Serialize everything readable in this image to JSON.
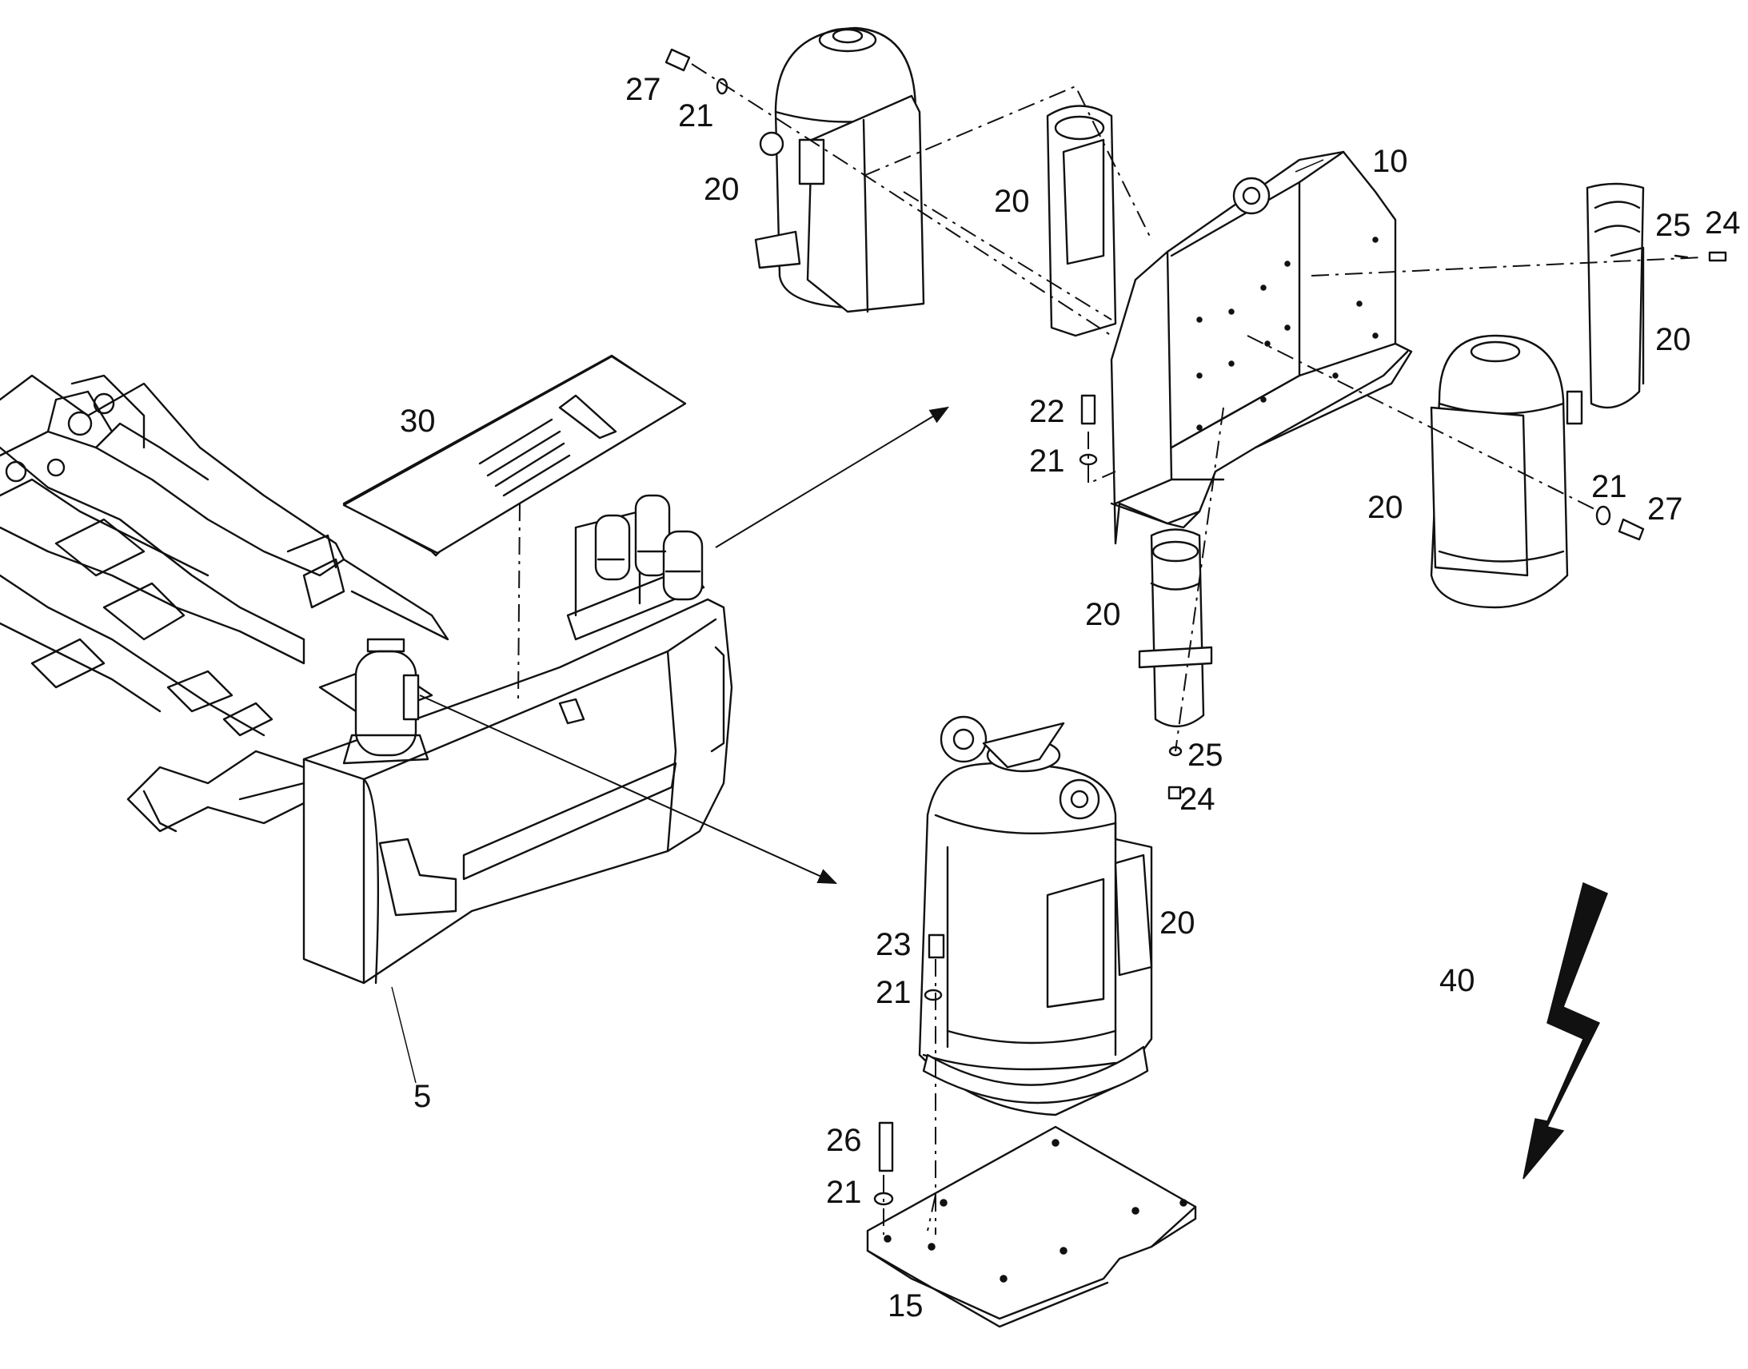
{
  "callouts": {
    "c27a": "27",
    "c21a": "21",
    "c20a": "20",
    "c20b": "20",
    "c10": "10",
    "c25a": "25",
    "c24a": "24",
    "c20c": "20",
    "c30": "30",
    "c22": "22",
    "c21b": "21",
    "c21c": "21",
    "c27b": "27",
    "c20d": "20",
    "c20e": "20",
    "c25b": "25",
    "c24b": "24",
    "c20f": "20",
    "c23": "23",
    "c21d": "21",
    "c40": "40",
    "c5": "5",
    "c26": "26",
    "c21e": "21",
    "c15": "15"
  }
}
